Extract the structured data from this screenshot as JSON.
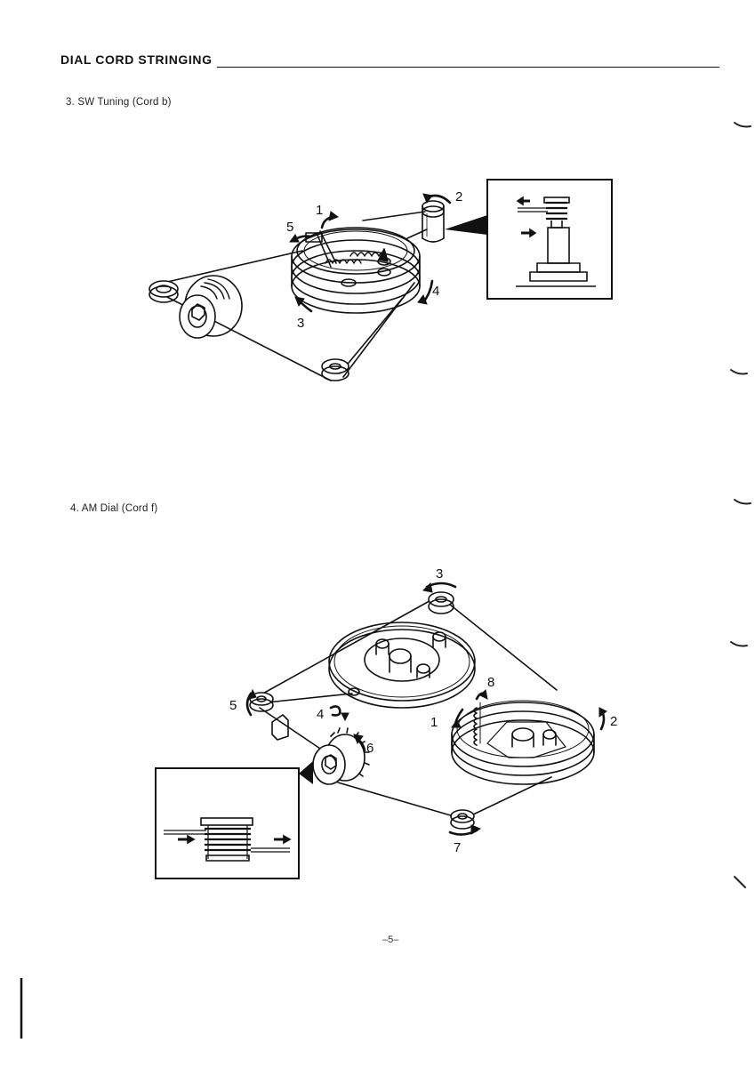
{
  "header": {
    "title": "DIAL CORD STRINGING"
  },
  "sections": [
    {
      "label": "3. SW Tuning (Cord b)",
      "steps": [
        "1",
        "2",
        "3",
        "4",
        "5"
      ]
    },
    {
      "label": "4. AM Dial (Cord f)",
      "steps": [
        "1",
        "2",
        "3",
        "4",
        "5",
        "6",
        "7",
        "8"
      ]
    }
  ],
  "footer": {
    "page_number": "–5–"
  },
  "colors": {
    "ink": "#111111",
    "paper": "#ffffff"
  }
}
